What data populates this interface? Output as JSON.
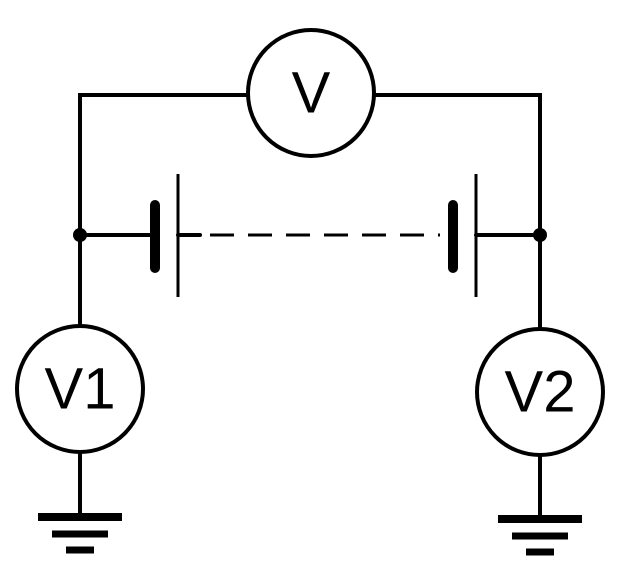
{
  "meters": {
    "top": "V",
    "left": "V1",
    "right": "V2"
  }
}
